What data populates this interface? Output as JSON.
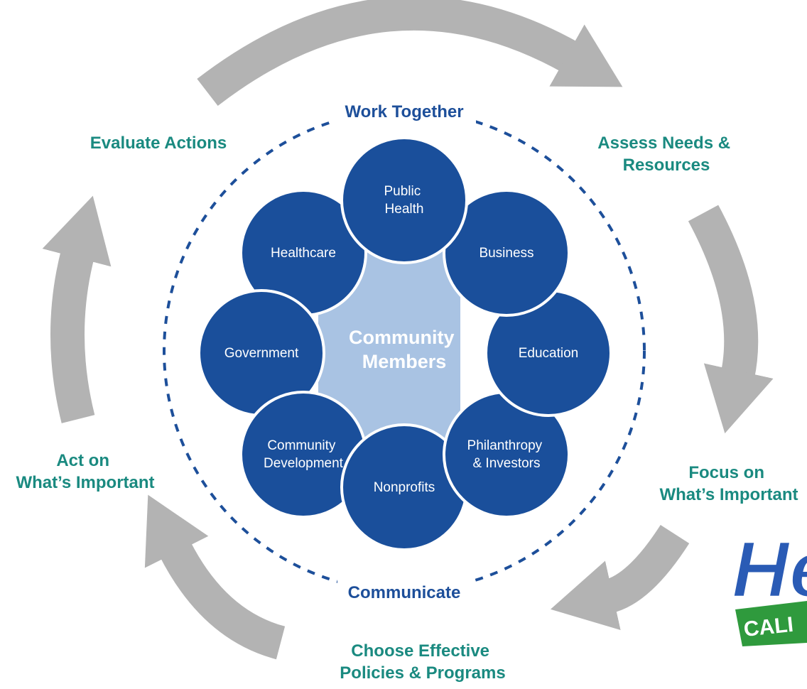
{
  "ring": {
    "top": "Work Together",
    "bottom": "Communicate"
  },
  "steps": {
    "evaluate": "Evaluate Actions",
    "assess": [
      "Assess Needs &",
      "Resources"
    ],
    "focus": [
      "Focus on",
      "What’s Important"
    ],
    "choose": [
      "Choose Effective",
      "Policies & Programs"
    ],
    "act": [
      "Act on",
      "What’s Important"
    ]
  },
  "center": [
    "Community",
    "Members"
  ],
  "sectors": {
    "public_health": [
      "Public",
      "Health"
    ],
    "business": [
      "Business"
    ],
    "education": [
      "Education"
    ],
    "philanthropy": [
      "Philanthropy",
      "& Investors"
    ],
    "nonprofits": [
      "Nonprofits"
    ],
    "community_development": [
      "Community",
      "Development"
    ],
    "government": [
      "Government"
    ],
    "healthcare": [
      "Healthcare"
    ]
  },
  "logo": {
    "text": "He",
    "banner": "CALI"
  },
  "colors": {
    "circle_fill": "#1a4f9b",
    "center_fill": "#a9c3e3",
    "arrow": "#b3b3b3",
    "step_text": "#1a8a80",
    "ring_text": "#1d4f9a",
    "logo_green": "#2f9a3d"
  }
}
